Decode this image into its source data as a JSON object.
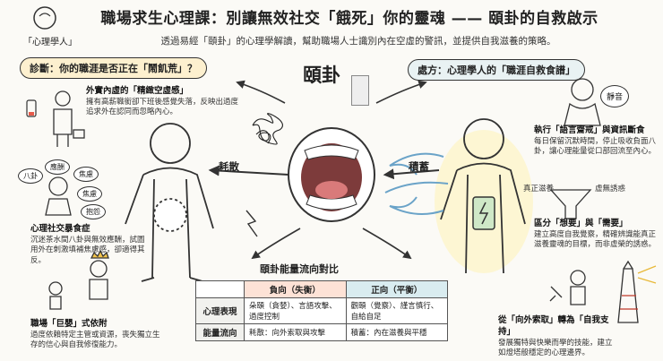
{
  "header": {
    "title": "職場求生心理課：別讓無效社交「餓死」你的靈魂 —— 頤卦的自救啟示",
    "subtitle": "透過易經「頤卦」的心理學解讀，幫助職場人士識別內在空虛的警訊，並提供自我滋養的策略。",
    "brand": "「心理學人」"
  },
  "diagnosis": {
    "heading": "診斷：你的職涯是否正在「鬧飢荒」？",
    "note1_title": "外實內虛的「精緻空虛感」",
    "note1_body": "擁有高薪職銜卻下班後感覺失落，反映出過度追求外在認同而忽略內心。",
    "bubbles": [
      "八卦",
      "應酬",
      "焦慮",
      "焦慮",
      "抱怨"
    ],
    "note2_title": "心理社交暴食症",
    "note2_body": "沉迷茶水間八卦與無效應酬，試圖用外在刺激填補焦慮感，卻適得其反。",
    "note3_title": "職場「巨嬰」式依附",
    "note3_body": "過度依賴特定主管或資源，喪失獨立生存的信心與自我修復能力。"
  },
  "center": {
    "title": "頤卦",
    "out_label": "耗散",
    "in_label": "積蓄"
  },
  "treatment": {
    "heading": "處方：心理學人的「職涯自救食譜」",
    "quiet": "靜音",
    "note1_title": "執行「語言齋戒」與資訊斷食",
    "note1_body": "每日保留沉默時間，停止吸收負面八卦，讓心理能量從口部回流至內心。",
    "funnel_left": "真正滋養",
    "funnel_right": "虛無誘惑",
    "note2_title": "區分「想要」與「需要」",
    "note2_body": "建立高度自我覺察，精確辨識能真正滋養靈魂的目標，而非虛榮的誘惑。",
    "note3_title": "從「向外索取」轉為「自我支持」",
    "note3_body": "發展獨特與快樂而學的技能，建立如燈塔般穩定的心理邊界。"
  },
  "table": {
    "title": "頤卦能量流向對比",
    "col_neg": "負向（失衡）",
    "col_pos": "正向（平衡）",
    "rows": [
      {
        "head": "心理表現",
        "neg": "朵頤（貪婪）、言語攻擊、過度控制",
        "pos": "觀頤（覺察）、謹言慎行、自給自足"
      },
      {
        "head": "能量流向",
        "neg": "耗散：向外索取與攻擊",
        "pos": "積蓄：內在滋養與平穩"
      }
    ]
  }
}
